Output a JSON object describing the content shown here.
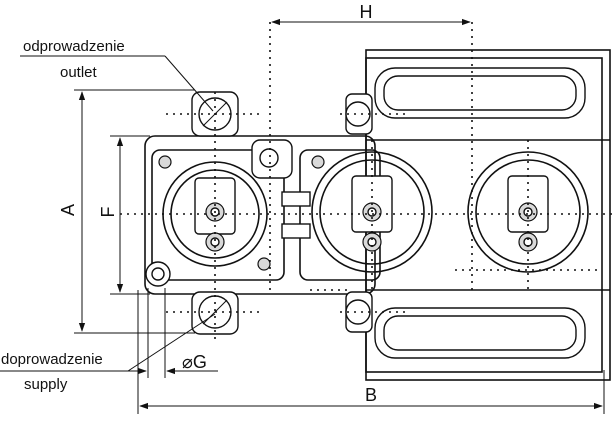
{
  "labels": {
    "outlet_pl": "odprowadzenie",
    "outlet_en": "outlet",
    "supply_pl": "doprowadzenie",
    "supply_en": "supply",
    "dim_h": "H",
    "dim_a": "A",
    "dim_f": "F",
    "dim_b": "B",
    "dim_g": "⌀G"
  }
}
